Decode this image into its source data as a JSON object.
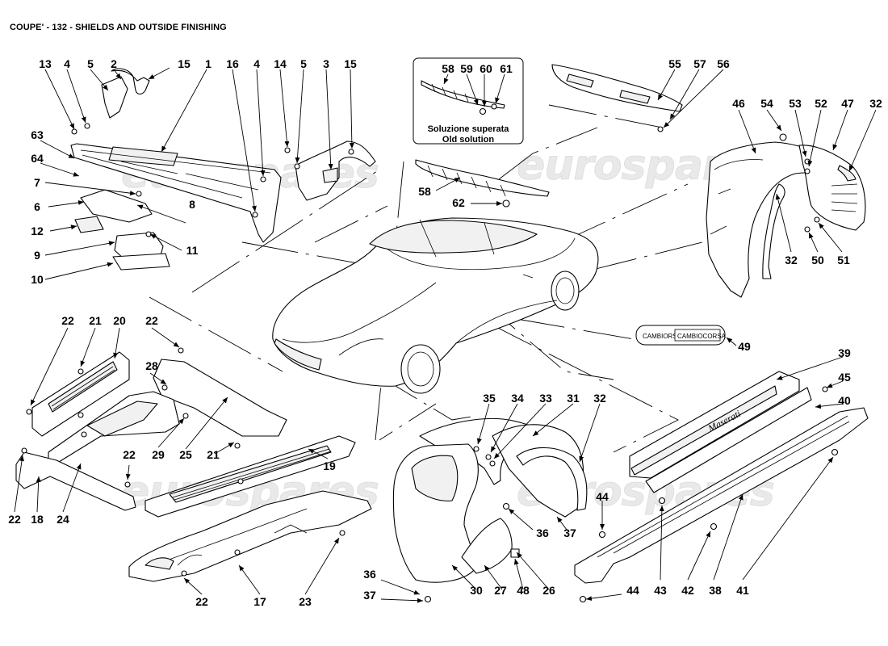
{
  "title": "COUPE' - 132 - SHIELDS AND OUTSIDE FINISHING",
  "watermark": "eurospares",
  "inset_box": {
    "line1": "Soluzione superata",
    "line2": "Old solution",
    "callouts": [
      "58",
      "59",
      "60",
      "61"
    ]
  },
  "badge": {
    "small_text": "CAMBIORSA",
    "large_text": "CAMBIOCORSA"
  },
  "sill_script": "Maserati",
  "callouts": [
    "13",
    "4",
    "5",
    "2",
    "15",
    "1",
    "16",
    "4",
    "14",
    "5",
    "3",
    "15",
    "63",
    "64",
    "7",
    "6",
    "8",
    "12",
    "11",
    "9",
    "10",
    "58",
    "62",
    "55",
    "57",
    "56",
    "46",
    "54",
    "53",
    "52",
    "47",
    "32",
    "32",
    "50",
    "51",
    "49",
    "22",
    "21",
    "20",
    "22",
    "28",
    "29",
    "25",
    "21",
    "19",
    "22",
    "22",
    "18",
    "24",
    "22",
    "17",
    "23",
    "35",
    "34",
    "33",
    "31",
    "32",
    "36",
    "37",
    "36",
    "37",
    "30",
    "27",
    "48",
    "26",
    "39",
    "45",
    "40",
    "44",
    "44",
    "43",
    "42",
    "38",
    "41"
  ]
}
